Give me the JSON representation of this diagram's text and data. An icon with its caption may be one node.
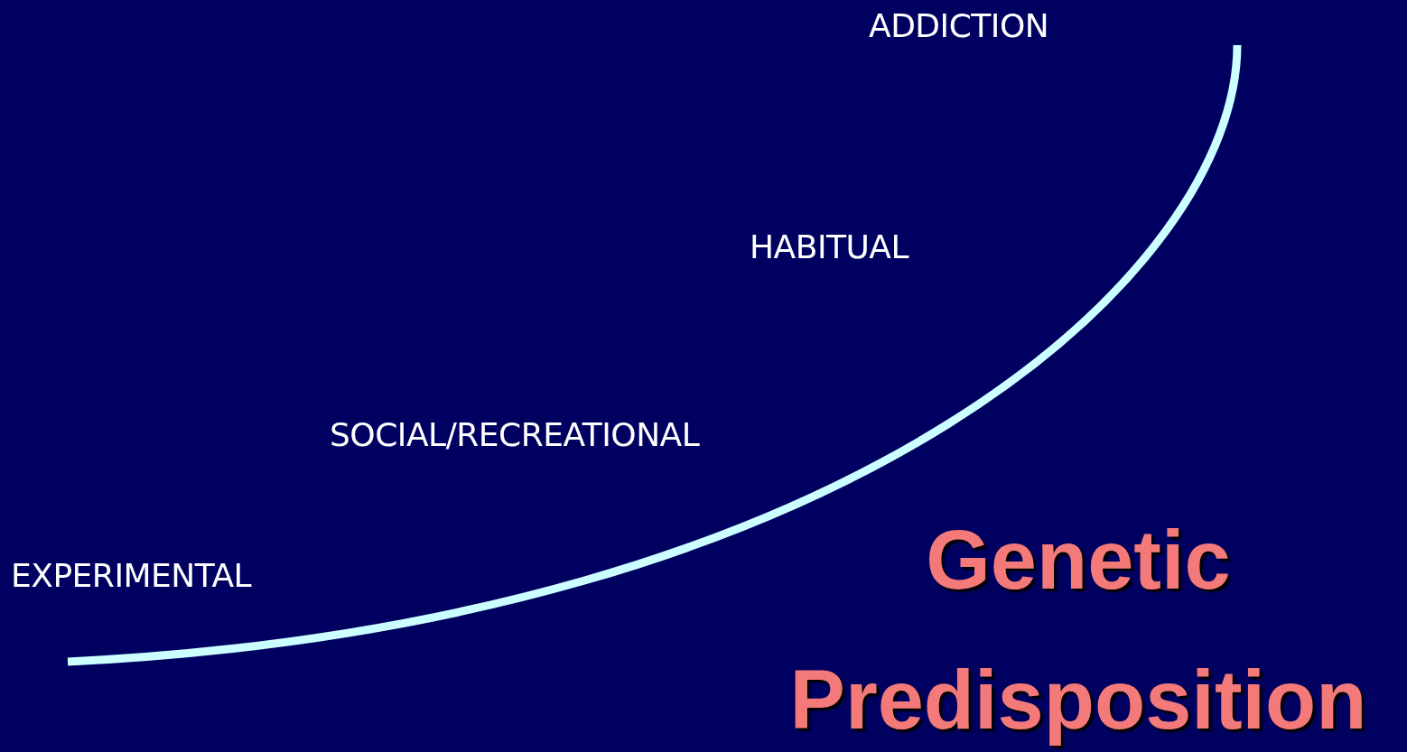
{
  "diagram": {
    "labels": [
      "ADDICTION",
      "HABITUAL",
      "SOCIAL/RECREATIONAL",
      "EXPERIMENTAL",
      "Genetic Predisposition"
    ]
  }
}
